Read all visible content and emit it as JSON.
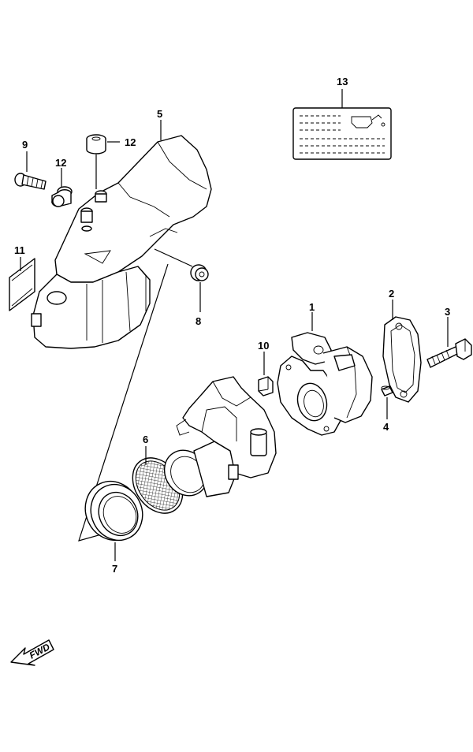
{
  "callouts": [
    {
      "id": "c1",
      "text": "1"
    },
    {
      "id": "c2",
      "text": "2"
    },
    {
      "id": "c3",
      "text": "3"
    },
    {
      "id": "c4",
      "text": "4"
    },
    {
      "id": "c5",
      "text": "5"
    },
    {
      "id": "c6",
      "text": "6"
    },
    {
      "id": "c7",
      "text": "7"
    },
    {
      "id": "c8",
      "text": "8"
    },
    {
      "id": "c9",
      "text": "9"
    },
    {
      "id": "c10",
      "text": "10"
    },
    {
      "id": "c11",
      "text": "11"
    },
    {
      "id": "c12a",
      "text": "12"
    },
    {
      "id": "c12b",
      "text": "12"
    },
    {
      "id": "c13",
      "text": "13"
    }
  ],
  "direction_marker": {
    "text": "FWD"
  }
}
